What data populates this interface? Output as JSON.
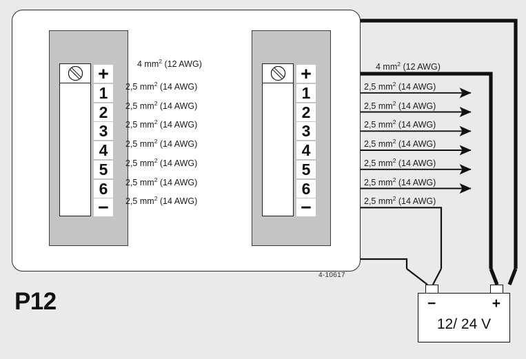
{
  "diagram": {
    "title": "P12",
    "reference": "4-10617",
    "page_background": "#eaeaea",
    "enclosure_fill": "#ffffff",
    "block_fill": "#c4c4c4",
    "line_color": "#111111"
  },
  "terminal_blocks": [
    {
      "id": "block-1",
      "terminals": [
        {
          "label": "+",
          "wire": "4 mm² (12 AWG)",
          "kind": "power-positive"
        },
        {
          "label": "1",
          "wire": "2,5 mm² (14 AWG)",
          "kind": "output"
        },
        {
          "label": "2",
          "wire": "2,5 mm² (14 AWG)",
          "kind": "output"
        },
        {
          "label": "3",
          "wire": "2,5 mm² (14 AWG)",
          "kind": "output"
        },
        {
          "label": "4",
          "wire": "2,5 mm² (14 AWG)",
          "kind": "output"
        },
        {
          "label": "5",
          "wire": "2,5 mm² (14 AWG)",
          "kind": "output"
        },
        {
          "label": "6",
          "wire": "2,5 mm² (14 AWG)",
          "kind": "output"
        },
        {
          "label": "−",
          "wire": "2,5 mm² (14 AWG)",
          "kind": "power-negative"
        }
      ]
    },
    {
      "id": "block-2",
      "terminals": [
        {
          "label": "+",
          "wire": "4 mm² (12 AWG)",
          "kind": "power-positive"
        },
        {
          "label": "1",
          "wire": "2,5 mm² (14 AWG)",
          "kind": "output"
        },
        {
          "label": "2",
          "wire": "2,5 mm² (14 AWG)",
          "kind": "output"
        },
        {
          "label": "3",
          "wire": "2,5 mm² (14 AWG)",
          "kind": "output"
        },
        {
          "label": "4",
          "wire": "2,5 mm² (14 AWG)",
          "kind": "output"
        },
        {
          "label": "5",
          "wire": "2,5 mm² (14 AWG)",
          "kind": "output"
        },
        {
          "label": "6",
          "wire": "2,5 mm² (14 AWG)",
          "kind": "output"
        },
        {
          "label": "−",
          "wire": "2,5 mm² (14 AWG)",
          "kind": "power-negative"
        }
      ]
    }
  ],
  "battery": {
    "voltage": "12/ 24 V",
    "negative_label": "−",
    "positive_label": "+"
  }
}
